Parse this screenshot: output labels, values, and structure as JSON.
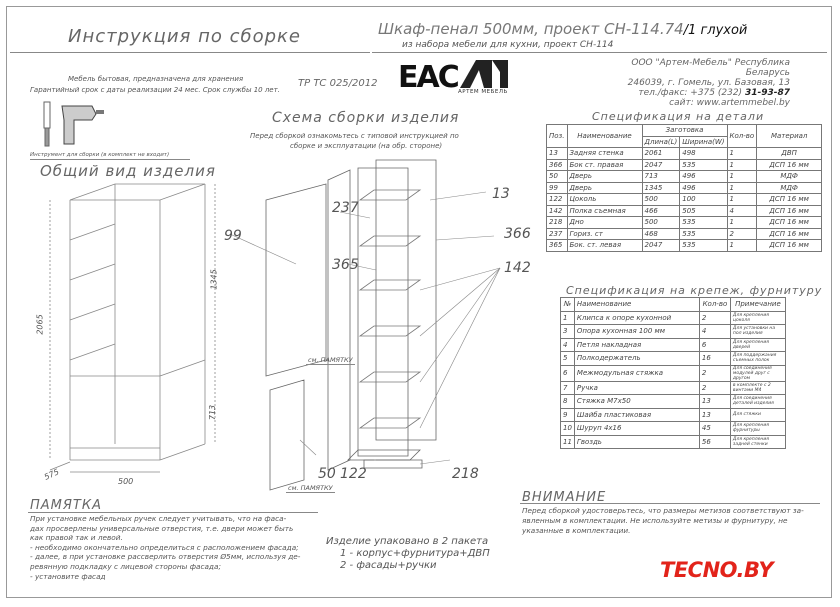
{
  "header": {
    "left_title": "Инструкция по сборке",
    "product_title": "Шкаф-пенал 500мм, проект СН-114.74",
    "product_suffix": "/1 глухой",
    "product_subtitle": "из набора мебели для кухни, проект СН-114"
  },
  "info": {
    "line1": "Мебель бытовая, предназначена для хранения",
    "line2": "Гарантийный срок с даты реализации 24 мес. Срок службы 10 лет.",
    "standard": "ТР ТС 025/2012"
  },
  "logo": {
    "eac": "EAC",
    "brand_caption": "АРТЕМ МЕБЕЛЬ"
  },
  "company": {
    "name": "ООО \"Артем-Мебель\" Республика Беларусь",
    "address": "246039, г. Гомель, ул. Базовая, 13",
    "phone_label": "тел./факс: +375 (232)",
    "phone_number": "31-93-87",
    "site": "сайт: www.artemmebel.by"
  },
  "tools_caption": "Инструмент для сборки (в комплект не входит)",
  "general_view_title": "Общий вид изделия",
  "dimensions": {
    "width": "500",
    "depth": "575",
    "height": "2065",
    "upper": "1345",
    "lower": "713"
  },
  "scheme": {
    "title": "Схема сборки изделия",
    "note_line1": "Перед сборкой ознакомьтесь с типовой инструкцией по",
    "note_line2": "сборке и эксплуатации (на обр. стороне)",
    "memo_tag": "см. ПАМЯТКУ",
    "labels": [
      "99",
      "237",
      "365",
      "13",
      "366",
      "142",
      "50",
      "122",
      "218"
    ]
  },
  "spec_details": {
    "title": "Спецификация на детали",
    "headers": {
      "pos": "Поз.",
      "name": "Наименование",
      "blank": "Заготовка",
      "length": "Длина(L)",
      "width": "Ширина(W)",
      "qty": "Кол-во",
      "material": "Материал"
    },
    "rows": [
      [
        "13",
        "Задняя стенка",
        "2061",
        "498",
        "1",
        "ДВП"
      ],
      [
        "366",
        "Бок ст. правая",
        "2047",
        "535",
        "1",
        "ДСП 16 мм"
      ],
      [
        "50",
        "Дверь",
        "713",
        "496",
        "1",
        "МДФ"
      ],
      [
        "99",
        "Дверь",
        "1345",
        "496",
        "1",
        "МДФ"
      ],
      [
        "122",
        "Цоколь",
        "500",
        "100",
        "1",
        "ДСП 16 мм"
      ],
      [
        "142",
        "Полка съемная",
        "466",
        "505",
        "4",
        "ДСП 16 мм"
      ],
      [
        "218",
        "Дно",
        "500",
        "535",
        "1",
        "ДСП 16 мм"
      ],
      [
        "237",
        "Гориз. ст",
        "468",
        "535",
        "2",
        "ДСП 16 мм"
      ],
      [
        "365",
        "Бок. ст. левая",
        "2047",
        "535",
        "1",
        "ДСП 16 мм"
      ]
    ]
  },
  "spec_fasteners": {
    "title": "Спецификация на крепеж, фурнитуру",
    "headers": {
      "no": "№",
      "name": "Наименование",
      "qty": "Кол-во",
      "note": "Примечание"
    },
    "rows": [
      [
        "1",
        "Клипса к опоре кухонной",
        "2",
        "Для крепления цоколя"
      ],
      [
        "3",
        "Опора кухонная 100 мм",
        "4",
        "Для установки на пол изделия"
      ],
      [
        "4",
        "Петля накладная",
        "6",
        "Для крепления дверей"
      ],
      [
        "5",
        "Полкодержатель",
        "16",
        "Для поддержания съемных полок"
      ],
      [
        "6",
        "Межмодульная стяжка",
        "2",
        "Для соединения модулей друг с другом"
      ],
      [
        "7",
        "Ручка",
        "2",
        "в комплекте с 2 винтами М4"
      ],
      [
        "8",
        "Стяжка М7х50",
        "13",
        "Для соединения деталей изделия"
      ],
      [
        "9",
        "Шайба пластиковая",
        "13",
        "Для стяжки"
      ],
      [
        "10",
        "Шуруп 4х16",
        "45",
        "Для крепления фурнитуры"
      ],
      [
        "11",
        "Гвоздь",
        "56",
        "Для крепления задней стенки"
      ]
    ]
  },
  "memo": {
    "title": "ПАМЯТКА",
    "lines": [
      "При установке мебельных ручек следует учитывать, что на фаса-",
      "дах просверлены универсальные отверстия, т.е. двери может быть",
      "как правой так и левой.",
      "- необходимо окончательно определиться с расположением фасада;",
      "- далее, в при установке рассверлить отверстия Ø5мм, используя де-",
      "ревянную подкладку с лицевой стороны фасада;",
      "- установите фасад"
    ]
  },
  "package": {
    "line0": "Изделие упаковано в 2 пакета",
    "line1": "1 - корпус+фурнитура+ДВП",
    "line2": "2 - фасады+ручки"
  },
  "warning": {
    "title": "ВНИМАНИЕ",
    "lines": [
      "Перед сборкой удостоверьтесь, что размеры метизов соответствуют за-",
      "явленным в комплектации. Не используйте метизы и фурнитуру, не",
      "указанные в комплектации."
    ]
  },
  "watermark": "TECNO.BY",
  "colors": {
    "watermark_red": "#e2231a",
    "line_gray": "#888888"
  }
}
